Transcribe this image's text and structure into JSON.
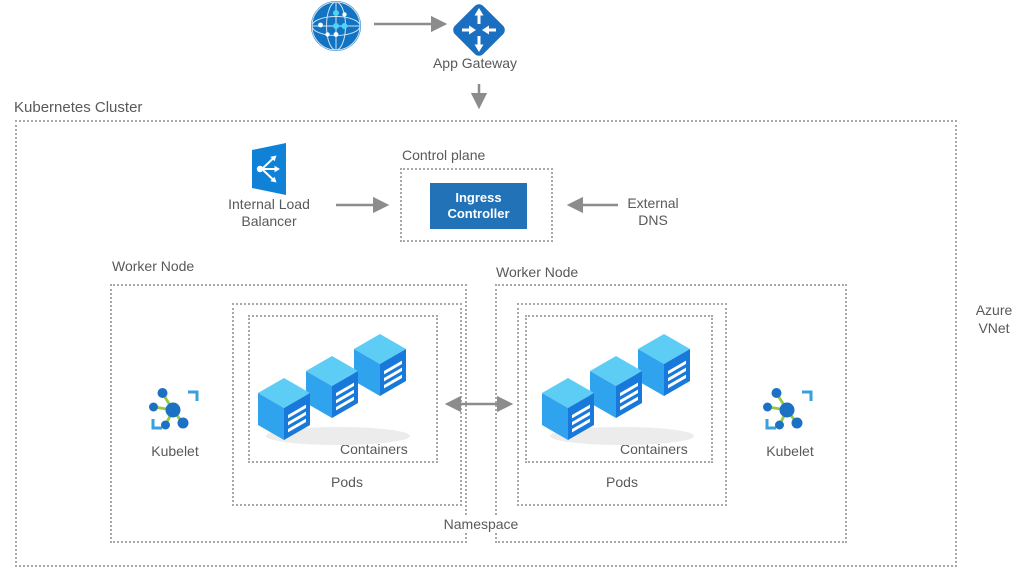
{
  "cluster": {
    "title": "Kubernetes Cluster"
  },
  "top_flow": {
    "app_gateway_label": "App Gateway"
  },
  "control_plane": {
    "label": "Control plane",
    "ingress_controller_label": "Ingress Controller"
  },
  "internal_load_balancer_label": "Internal Load Balancer",
  "external_dns_label": "External DNS",
  "worker_nodes": [
    {
      "label": "Worker Node",
      "pods_label": "Pods",
      "containers_label": "Containers",
      "kubelet_label": "Kubelet"
    },
    {
      "label": "Worker Node",
      "pods_label": "Pods",
      "containers_label": "Containers",
      "kubelet_label": "Kubelet"
    }
  ],
  "namespace_label": "Namespace",
  "azure_vnet_label": "Azure VNet",
  "icons": {
    "internet": "globe-icon",
    "app_gateway": "app-gateway-icon",
    "internal_load_balancer": "load-balancer-icon",
    "containers": "containers-cubes-icon",
    "kubelet": "kubelet-icon"
  },
  "colors": {
    "ingress_blue": "#2272b8",
    "icon_blue": "#1173c2",
    "app_gateway_blue": "#1b6fc0",
    "cube_top": "#5ecdf5",
    "cube_left": "#2fa3ee",
    "cube_right": "#1879da",
    "kubelet_green": "#97c93d",
    "kubelet_bracket_blue": "#36a1dd",
    "border_gray": "#a8a8a8",
    "text_gray": "#595959",
    "arrow_gray": "#8c8c8c"
  }
}
